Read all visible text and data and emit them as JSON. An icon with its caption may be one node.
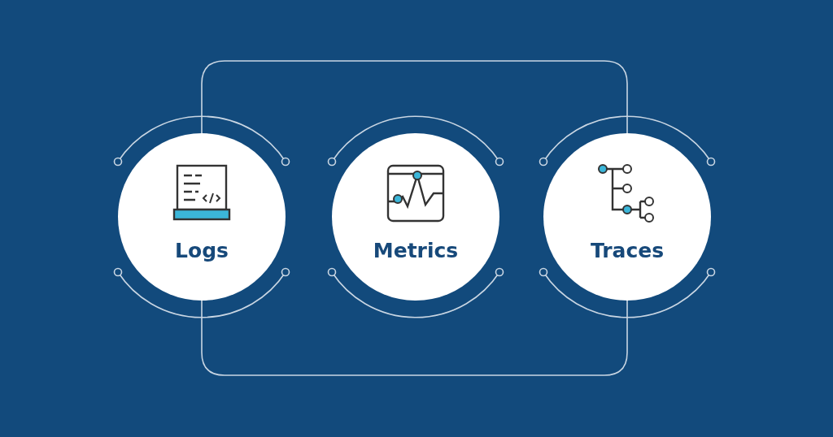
{
  "diagram": {
    "nodes": [
      {
        "text": [
          "Logs"
        ]
      },
      {
        "text": [
          "Metrics"
        ]
      },
      {
        "text": [
          "Traces"
        ]
      }
    ],
    "edges": [
      {
        "from": 0,
        "to": 2,
        "arrow": "none"
      },
      {
        "from": 0,
        "to": 2,
        "arrow": "none"
      }
    ]
  }
}
